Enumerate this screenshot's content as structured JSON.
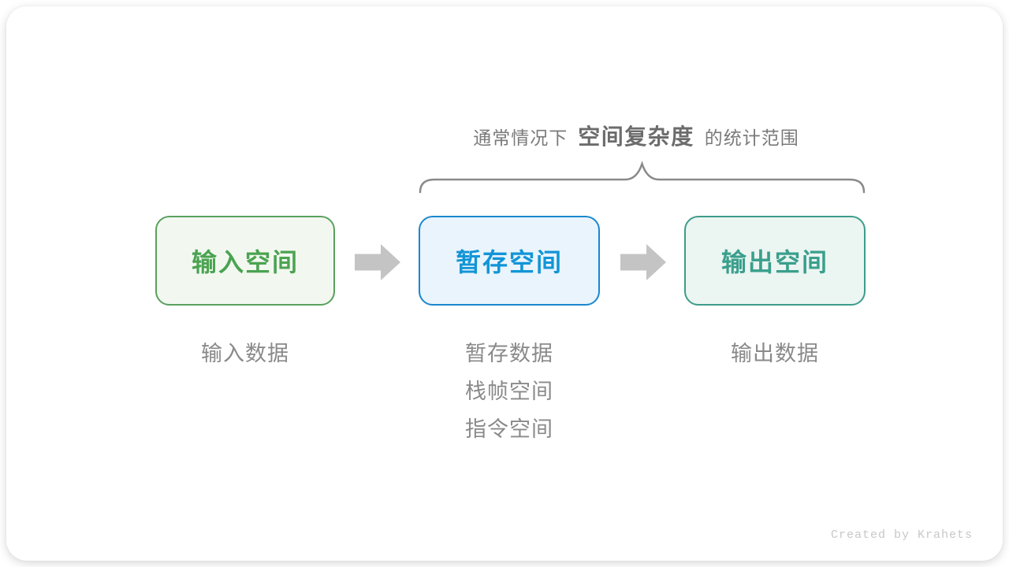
{
  "annotation": {
    "prefix": "通常情况下",
    "highlight": "空间复杂度",
    "suffix": "的统计范围"
  },
  "nodes": [
    {
      "id": "input-space",
      "label": "输入空间",
      "theme": "green",
      "caption_lines": [
        "输入数据"
      ]
    },
    {
      "id": "buffer-space",
      "label": "暂存空间",
      "theme": "blue",
      "caption_lines": [
        "暂存数据",
        "栈帧空间",
        "指令空间"
      ]
    },
    {
      "id": "output-space",
      "label": "输出空间",
      "theme": "teal",
      "caption_lines": [
        "输出数据"
      ]
    }
  ],
  "icons": {
    "arrow": "block-arrow-right",
    "brace": "curly-brace-over"
  },
  "footer": {
    "credit": "Created by Krahets"
  },
  "colors": {
    "node-green-border": "#5aa15e",
    "node-green-text": "#4ba351",
    "node-green-bg": "#f2f8f0",
    "node-blue-border": "#1a88d0",
    "node-blue-text": "#1295d6",
    "node-blue-bg": "#e9f4fc",
    "node-teal-border": "#3e9c8b",
    "node-teal-text": "#3a9f8d",
    "node-teal-bg": "#ebf5f1",
    "arrow": "#c4c4c4",
    "brace": "#8a8a8a",
    "annotation-text": "#7a7a7a",
    "annotation-strong": "#6c6c6c",
    "caption-text": "#8a8a8a",
    "credit-text": "#c8c8c8"
  }
}
